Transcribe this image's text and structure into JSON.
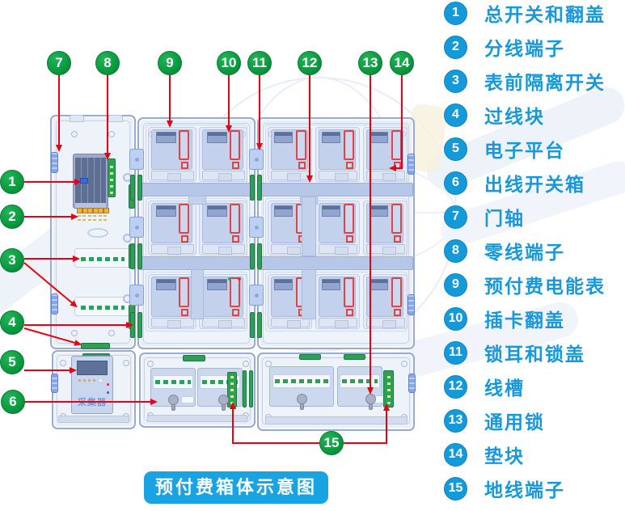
{
  "title": {
    "text": "预付费箱体示意图"
  },
  "legend": {
    "items": [
      {
        "num": "1",
        "label": "总开关和翻盖"
      },
      {
        "num": "2",
        "label": "分线端子"
      },
      {
        "num": "3",
        "label": "表前隔离开关"
      },
      {
        "num": "4",
        "label": "过线块"
      },
      {
        "num": "5",
        "label": "电子平台"
      },
      {
        "num": "6",
        "label": "出线开关箱"
      },
      {
        "num": "7",
        "label": "门轴"
      },
      {
        "num": "8",
        "label": "零线端子"
      },
      {
        "num": "9",
        "label": "预付费电能表"
      },
      {
        "num": "10",
        "label": "插卡翻盖"
      },
      {
        "num": "11",
        "label": "锁耳和锁盖"
      },
      {
        "num": "12",
        "label": "线槽"
      },
      {
        "num": "13",
        "label": "通用锁"
      },
      {
        "num": "14",
        "label": "垫块"
      },
      {
        "num": "15",
        "label": "地线端子"
      }
    ]
  },
  "callouts": [
    "1",
    "2",
    "3",
    "4",
    "5",
    "6",
    "7",
    "8",
    "9",
    "10",
    "11",
    "12",
    "13",
    "14",
    "15"
  ],
  "diagram": {
    "collector_label": "采集器"
  },
  "colors": {
    "legend_blue": "#1798da",
    "callout_green": "#0b9b40",
    "line_red": "#e60012",
    "title_bg": "#1aa3e2",
    "terminal_green": "#2f9e57",
    "cabinet_border": "#98abd0",
    "meter_fill": "#c3d1ec",
    "card_slot_red": "#e24343"
  }
}
